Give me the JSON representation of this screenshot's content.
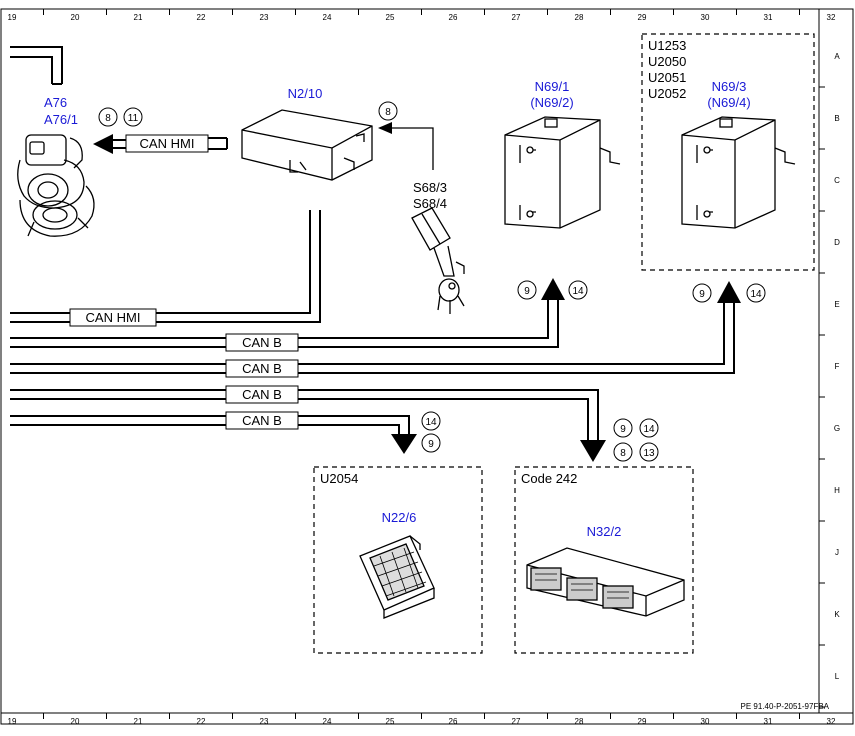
{
  "ruler": {
    "columns": [
      "19",
      "20",
      "21",
      "22",
      "23",
      "24",
      "25",
      "26",
      "27",
      "28",
      "29",
      "30",
      "31",
      "32"
    ],
    "rows": [
      "A",
      "B",
      "C",
      "D",
      "E",
      "F",
      "G",
      "H",
      "J",
      "K",
      "L"
    ]
  },
  "components": {
    "a76": {
      "line1": "A76",
      "line2": "A76/1"
    },
    "n2_10": {
      "label": "N2/10"
    },
    "s68": {
      "line1": "S68/3",
      "line2": "S68/4"
    },
    "n69_1": {
      "line1": "N69/1",
      "line2": "(N69/2)"
    },
    "n69_3": {
      "line1": "N69/3",
      "line2": "(N69/4)"
    },
    "n22_6": {
      "label": "N22/6"
    },
    "n32_2": {
      "label": "N32/2"
    }
  },
  "codes": {
    "top_right": [
      "U1253",
      "U2050",
      "U2051",
      "U2052"
    ],
    "n22_box": "U2054",
    "n32_box": "Code 242"
  },
  "buses": {
    "can_hmi_top": "CAN HMI",
    "can_hmi_left": "CAN HMI",
    "can_b": [
      "CAN B",
      "CAN B",
      "CAN B",
      "CAN B"
    ]
  },
  "markers": {
    "a76": [
      "8",
      "11"
    ],
    "s68": "8",
    "n69_1": [
      "9",
      "14"
    ],
    "n69_3": [
      "9",
      "14"
    ],
    "n22_6": [
      "14",
      "9"
    ],
    "n32_2": [
      "9",
      "14",
      "8",
      "13"
    ]
  },
  "footer": "PE 91.40-P-2051-97FBA",
  "colors": {
    "line": "#000000",
    "component_label": "#1a1ad6",
    "background": "#ffffff"
  }
}
